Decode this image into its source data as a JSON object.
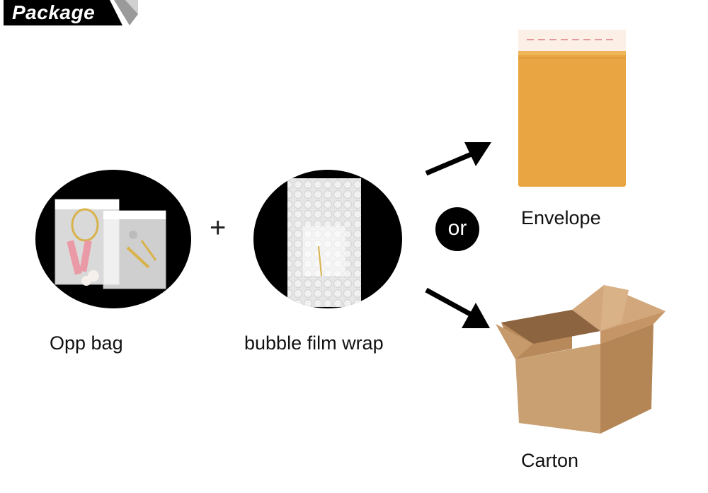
{
  "header": {
    "title": "Package"
  },
  "items": {
    "opp_bag": "Opp bag",
    "bubble_wrap": "bubble film wrap",
    "envelope": "Envelope",
    "carton": "Carton"
  },
  "symbols": {
    "plus": "+",
    "or": "or"
  },
  "colors": {
    "header_bg": "#000000",
    "envelope": "#e8a542",
    "carton": "#c49a6c"
  }
}
